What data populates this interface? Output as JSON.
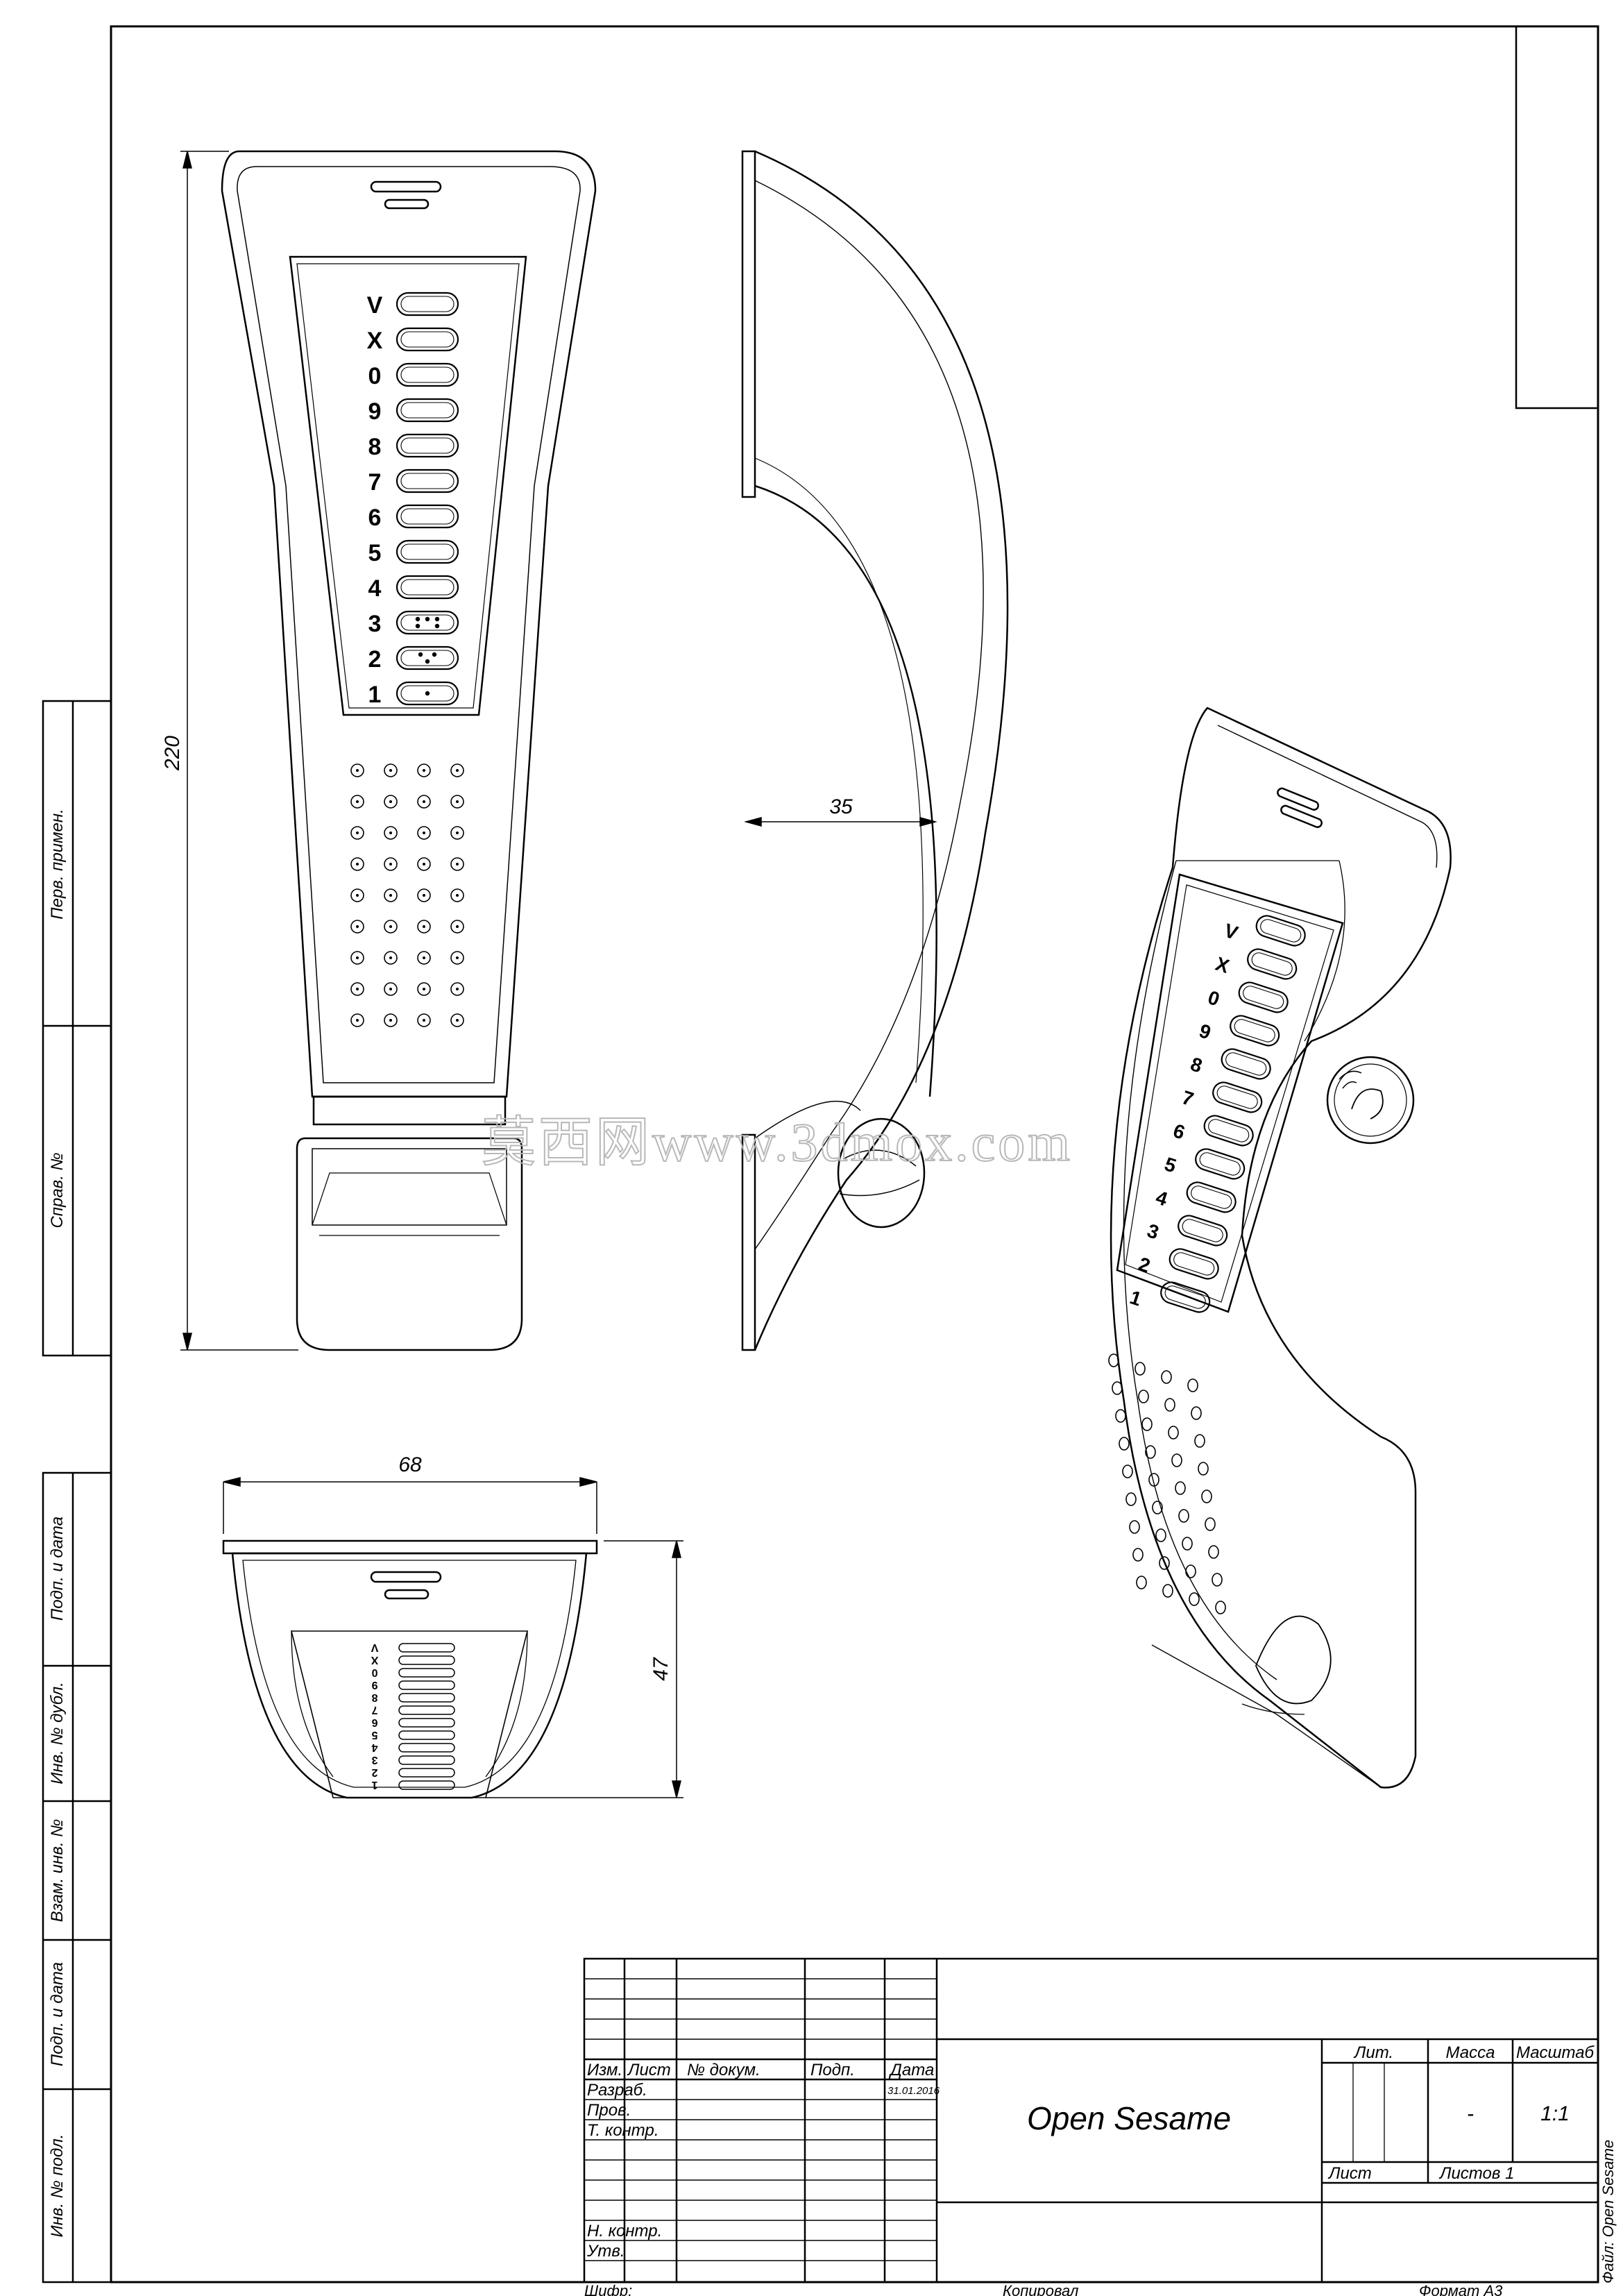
{
  "drawing": {
    "dimensions": {
      "height": "220",
      "depth": "35",
      "width": "68",
      "thickness": "47"
    },
    "key_labels": [
      "V",
      "X",
      "0",
      "9",
      "8",
      "7",
      "6",
      "5",
      "4",
      "3",
      "2",
      "1"
    ],
    "watermark": "莫西网www.3dmox.com"
  },
  "side_stamps": {
    "perv_primen": "Перв. примен.",
    "sprav_no": "Справ. №",
    "podp_data_1": "Подп. и дата",
    "inv_dubl": "Инв. № дубл.",
    "vzam_inv": "Взам. инв. №",
    "podp_data_2": "Подп. и дата",
    "inv_podl": "Инв. № подл."
  },
  "title_block": {
    "headers": {
      "izm": "Изм.",
      "list": "Лист",
      "no_dokum": "№ докум.",
      "podp": "Подп.",
      "data": "Дата"
    },
    "rows": {
      "razrab": "Разраб.",
      "prov": "Пров.",
      "t_kontr": "Т. контр.",
      "n_kontr": "Н. контр.",
      "utv": "Утв."
    },
    "date_value": "31.01.2016",
    "title": "Open Sesame",
    "lit": "Лит.",
    "massa": "Масса",
    "masshtab": "Масштаб",
    "massa_value": "-",
    "scale_value": "1:1",
    "list_label": "Лист",
    "listov_label": "Листов 1"
  },
  "footer": {
    "shifr": "Шифр:",
    "kopiroval": "Копировал",
    "format": "Формат А3",
    "file": "Файл: Open Sesame"
  }
}
